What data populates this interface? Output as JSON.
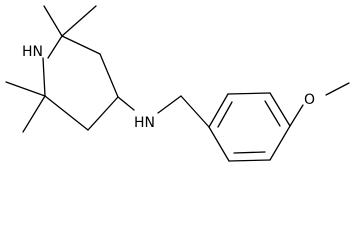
{
  "molecule": {
    "atoms": {
      "ring_nitrogen": "HN",
      "amine_nitrogen": "HN",
      "methoxy_oxygen": "O"
    },
    "colors": {
      "bond": "#000000",
      "label": "#000000",
      "background": "#ffffff"
    }
  }
}
